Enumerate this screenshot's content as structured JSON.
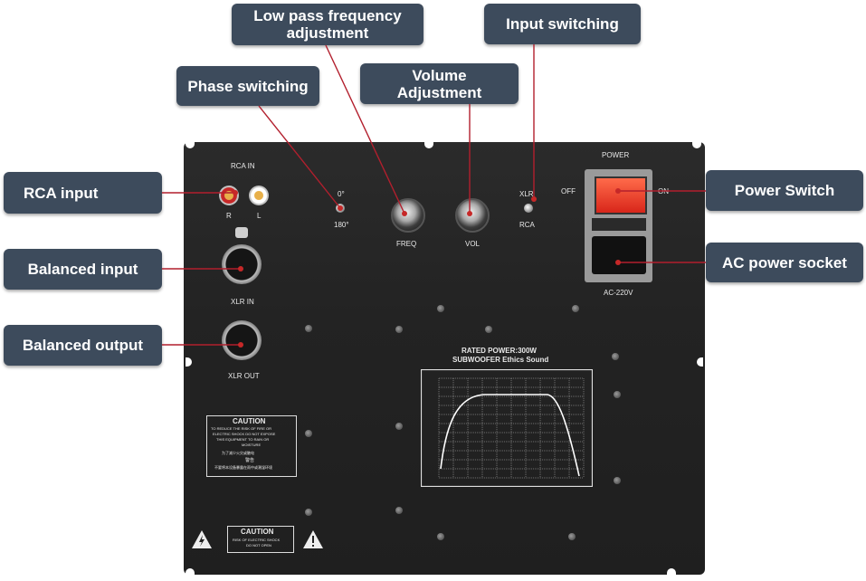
{
  "callouts": {
    "low_pass": "Low pass frequency\nadjustment",
    "input_switching": "Input switching",
    "phase": "Phase switching",
    "volume": "Volume\nAdjustment",
    "rca_input": "RCA input",
    "power_switch": "Power Switch",
    "balanced_input": "Balanced input",
    "ac_socket": "AC power socket",
    "balanced_output": "Balanced output"
  },
  "panel": {
    "rca_in": "RCA IN",
    "r": "R",
    "l": "L",
    "phase_0": "0°",
    "phase_180": "180°",
    "freq": "FREQ",
    "vol": "VOL",
    "xlr": "XLR",
    "rca": "RCA",
    "off": "OFF",
    "on": "ON",
    "power": "POWER",
    "xlr_in": "XLR IN",
    "xlr_out": "XLR OUT",
    "ac_220v": "AC-220V",
    "rated_power": "RATED POWER:300W",
    "subwoofer": "SUBWOOFER Ethics Sound",
    "caution": "CAUTION",
    "caution_small_1": "TO REDUCE THE RISK OF FIRE OR",
    "caution_small_2": "ELECTRIC SHOCK DO NOT EXPOSE",
    "caution_small_3": "THIS EQUIPMENT TO RAIN OR",
    "caution_small_4": "MOISTURE",
    "caution_cn_1": "为了减少火灾或触电",
    "caution_cn_2": "警告",
    "caution_cn_3": "不要将本设备暴露在雨中或潮湿环境",
    "caution2": "CAUTION",
    "caution2_line1": "RISK OF ELECTRIC SHOCK",
    "caution2_line2": "DO NOT OPEN"
  },
  "colors": {
    "callout_bg": "#3d4b5c",
    "leader": "#b21f2d",
    "plate": "#232323",
    "power_switch": "#e53935"
  }
}
